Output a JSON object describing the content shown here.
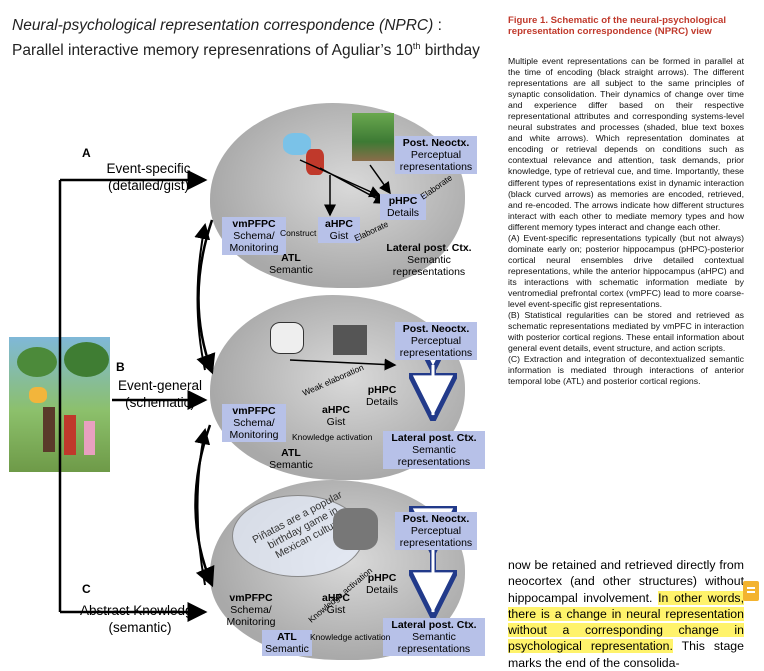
{
  "figure_title": {
    "italic": "Neural-psychological representation correspondence (NPRC)",
    "rest": " : Parallel interactive memory represenrations of Aguliar’s 10",
    "sup": "th",
    "tail": " birthday"
  },
  "rows": [
    {
      "letter": "A",
      "line1": "Event-specific",
      "line2": "(detailed/gist)"
    },
    {
      "letter": "B",
      "line1": "Event-general",
      "line2": "(schematic)"
    },
    {
      "letter": "C",
      "line1": "Abstract Knowledge",
      "line2": "(semantic)"
    }
  ],
  "brain_labels": {
    "post_neoctx_title": "Post. Neoctx.",
    "post_neoctx_sub": "Perceptual representations",
    "phpc_title": "pHPC",
    "phpc_sub": "Details",
    "ahpc_title": "aHPC",
    "ahpc_sub": "Gist",
    "vmpfpc_title": "vmPFPC",
    "vmpfpc_sub": "Schema/ Monitoring",
    "atl_title": "ATL",
    "atl_sub": "Semantic",
    "lateral_title": "Lateral post. Ctx.",
    "lateral_sub": "Semantic representations"
  },
  "arrow_labels": {
    "construct": "Construct",
    "elaborate": "Elaborate",
    "weak_elaboration": "Weak elaboration",
    "knowledge_activation": "Knowledge activation"
  },
  "cloud_text": "Piñatas are a popular birthday game in Mexican culture",
  "caption": {
    "heading": "Figure 1. Schematic of the neural-psychological representation correspondence (NPRC) view",
    "p1": "Multiple event representations can be formed in parallel at the time of encoding (black straight arrows). The different representations are all subject to the same principles of synaptic consolidation. Their dynamics of change over time and experience differ based on their respective representational attributes and corresponding systems-level neural substrates and processes (shaded, blue text boxes and white arrows). Which representation dominates at encoding or retrieval depends on conditions such as contextual relevance and attention, task demands, prior knowledge, type of retrieval cue, and time. Importantly, these different types of representations exist in dynamic interaction (black curved arrows) as memories are encoded, retrieved, and re-encoded. The arrows indicate how different structures interact with each other to mediate memory types and how different memory types interact and change each other.",
    "pA": "(A) Event-specific representations typically (but not always) dominate early on; posterior hippocampus (pHPC)-posterior cortical neural ensembles drive detailed contextual representations, while the anterior hippocampus (aHPC) and its interactions with schematic information mediate by ventromedial prefrontal cortex (vmPFC) lead to more coarse-level event-specific gist representations.",
    "pB": "(B) Statistical regularities can be stored and retrieved as schematic representations mediated by vmPFC in interaction with posterior cortical regions. These entail information about general event details, event structure, and action scripts.",
    "pC": "(C) Extraction and integration of decontextualized semantic information is mediated through interactions of anterior temporal lobe (ATL) and posterior cortical regions."
  },
  "body_text": {
    "plain": "now be retained and retrieved directly from neocortex (and other structures) without hippocampal involvement. ",
    "highlighted": "In other words, there is a change in neural representation without a corresponding change in psychological representation.",
    "after": " This stage marks the end of the consolida-"
  }
}
